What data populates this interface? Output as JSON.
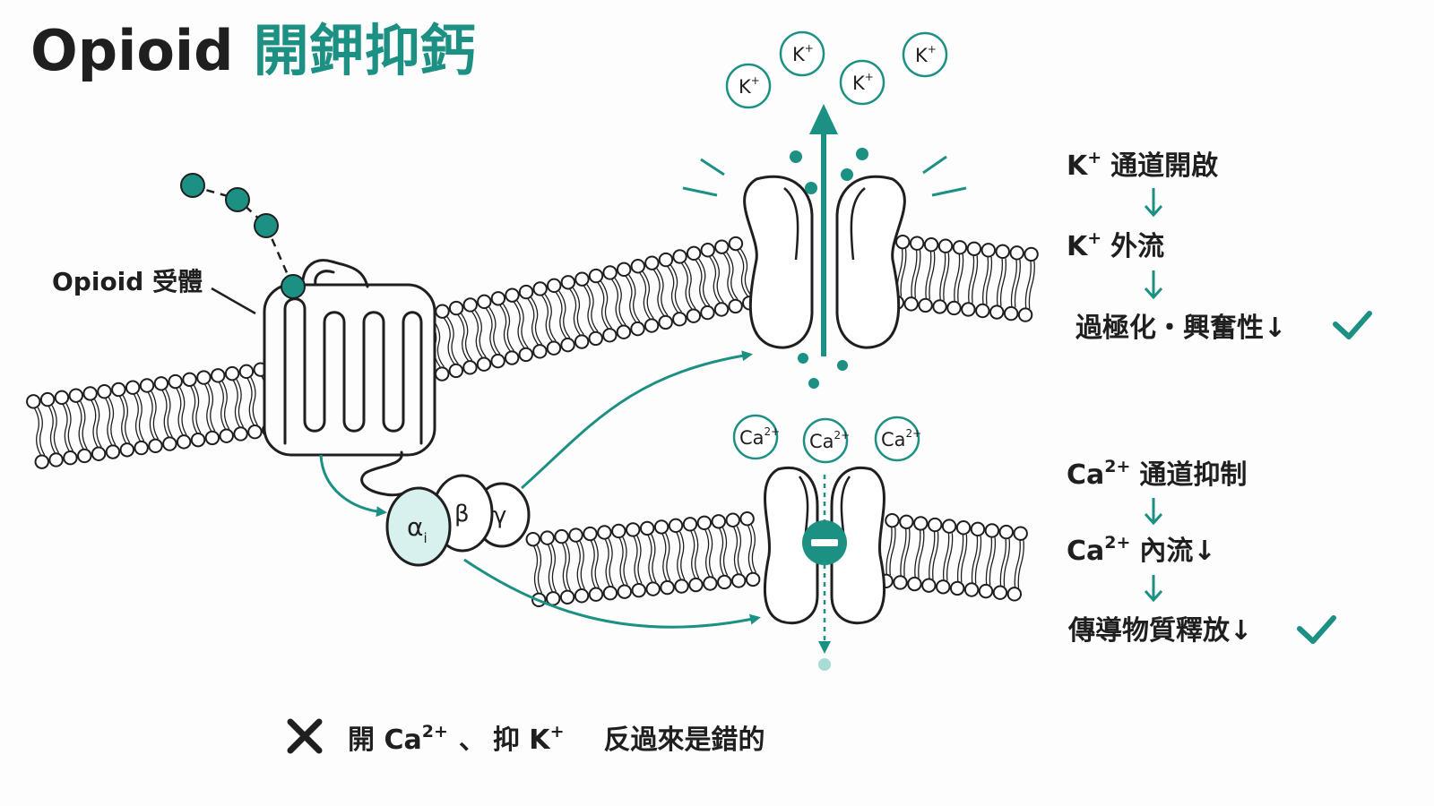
{
  "title": {
    "prefix": "Opioid",
    "highlight": "開鉀抑鈣"
  },
  "receptor_label": "Opioid 受體",
  "g_protein": {
    "alpha": "α",
    "alpha_sub": "i",
    "beta": "β",
    "gamma": "γ"
  },
  "ions": {
    "potassium": "K",
    "potassium_sup": "+",
    "calcium": "Ca",
    "calcium_sup": "2+"
  },
  "potassium_pathway": [
    {
      "base": "K",
      "sup": "+",
      "text": "通道開啟"
    },
    {
      "base": "K",
      "sup": "+",
      "text": "外流"
    },
    {
      "base": "",
      "sup": "",
      "text": "過極化・興奮性↓"
    }
  ],
  "calcium_pathway": [
    {
      "base": "Ca",
      "sup": "2+",
      "text": "通道抑制"
    },
    {
      "base": "Ca",
      "sup": "2+",
      "text": "內流↓"
    },
    {
      "base": "",
      "sup": "",
      "text": "傳導物質釋放↓"
    }
  ],
  "bottom_note": {
    "part1": "開 Ca",
    "part1_sup": "2+",
    "sep": "、",
    "part2": "抑 K",
    "part2_sup": "+",
    "part3": "反過來是錯的"
  },
  "colors": {
    "accent": "#1b9083",
    "ink": "#1f1f1f",
    "light_accent": "#d9f1ee"
  }
}
